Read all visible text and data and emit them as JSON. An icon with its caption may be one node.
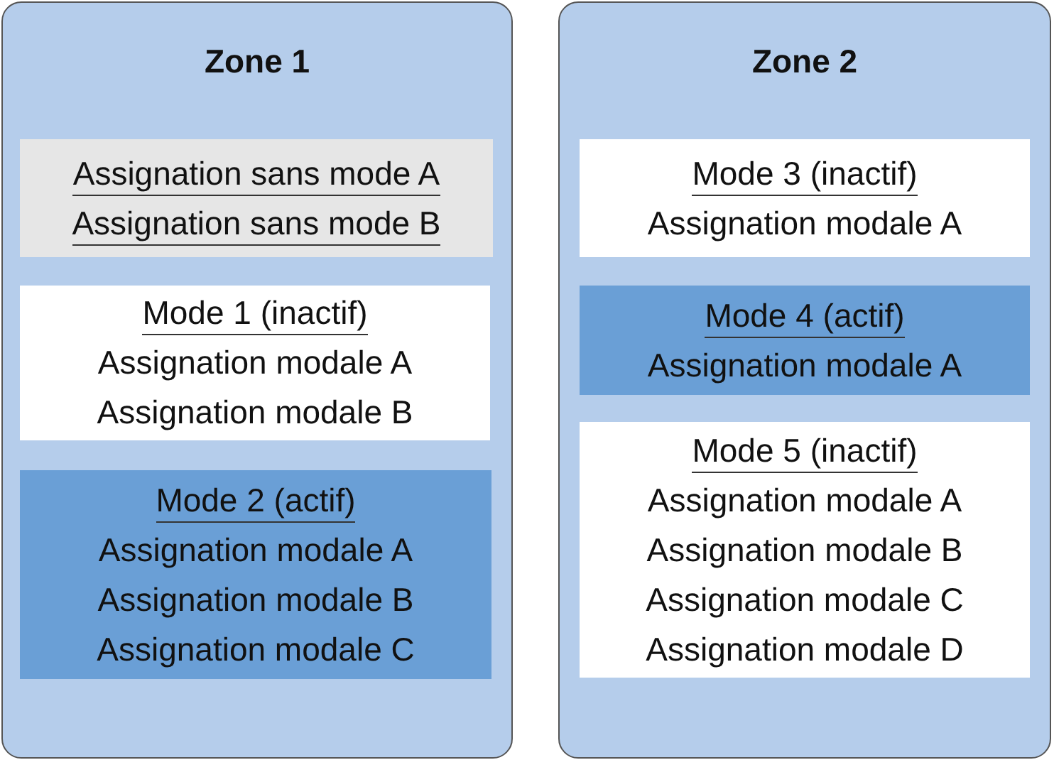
{
  "diagram": {
    "nodes": [
      {
        "text": [
          "Zone 1"
        ]
      },
      {
        "text": [
          "Assignation sans mode A",
          "Assignation sans mode B"
        ],
        "in": 0
      },
      {
        "text": [
          "Mode 1 (inactif)",
          "Assignation modale A",
          "Assignation modale B"
        ],
        "in": 0
      },
      {
        "text": [
          "Mode 2 (actif)",
          "Assignation modale A",
          "Assignation modale B",
          "Assignation modale C"
        ],
        "in": 0
      },
      {
        "text": [
          "Zone 2"
        ]
      },
      {
        "text": [
          "Mode 3 (inactif)",
          "Assignation modale A"
        ],
        "in": 4
      },
      {
        "text": [
          "Mode 4 (actif)",
          "Assignation modale A"
        ],
        "in": 4
      },
      {
        "text": [
          "Mode 5 (inactif)",
          "Assignation modale A",
          "Assignation modale B",
          "Assignation modale C",
          "Assignation modale D"
        ],
        "in": 4
      }
    ]
  }
}
